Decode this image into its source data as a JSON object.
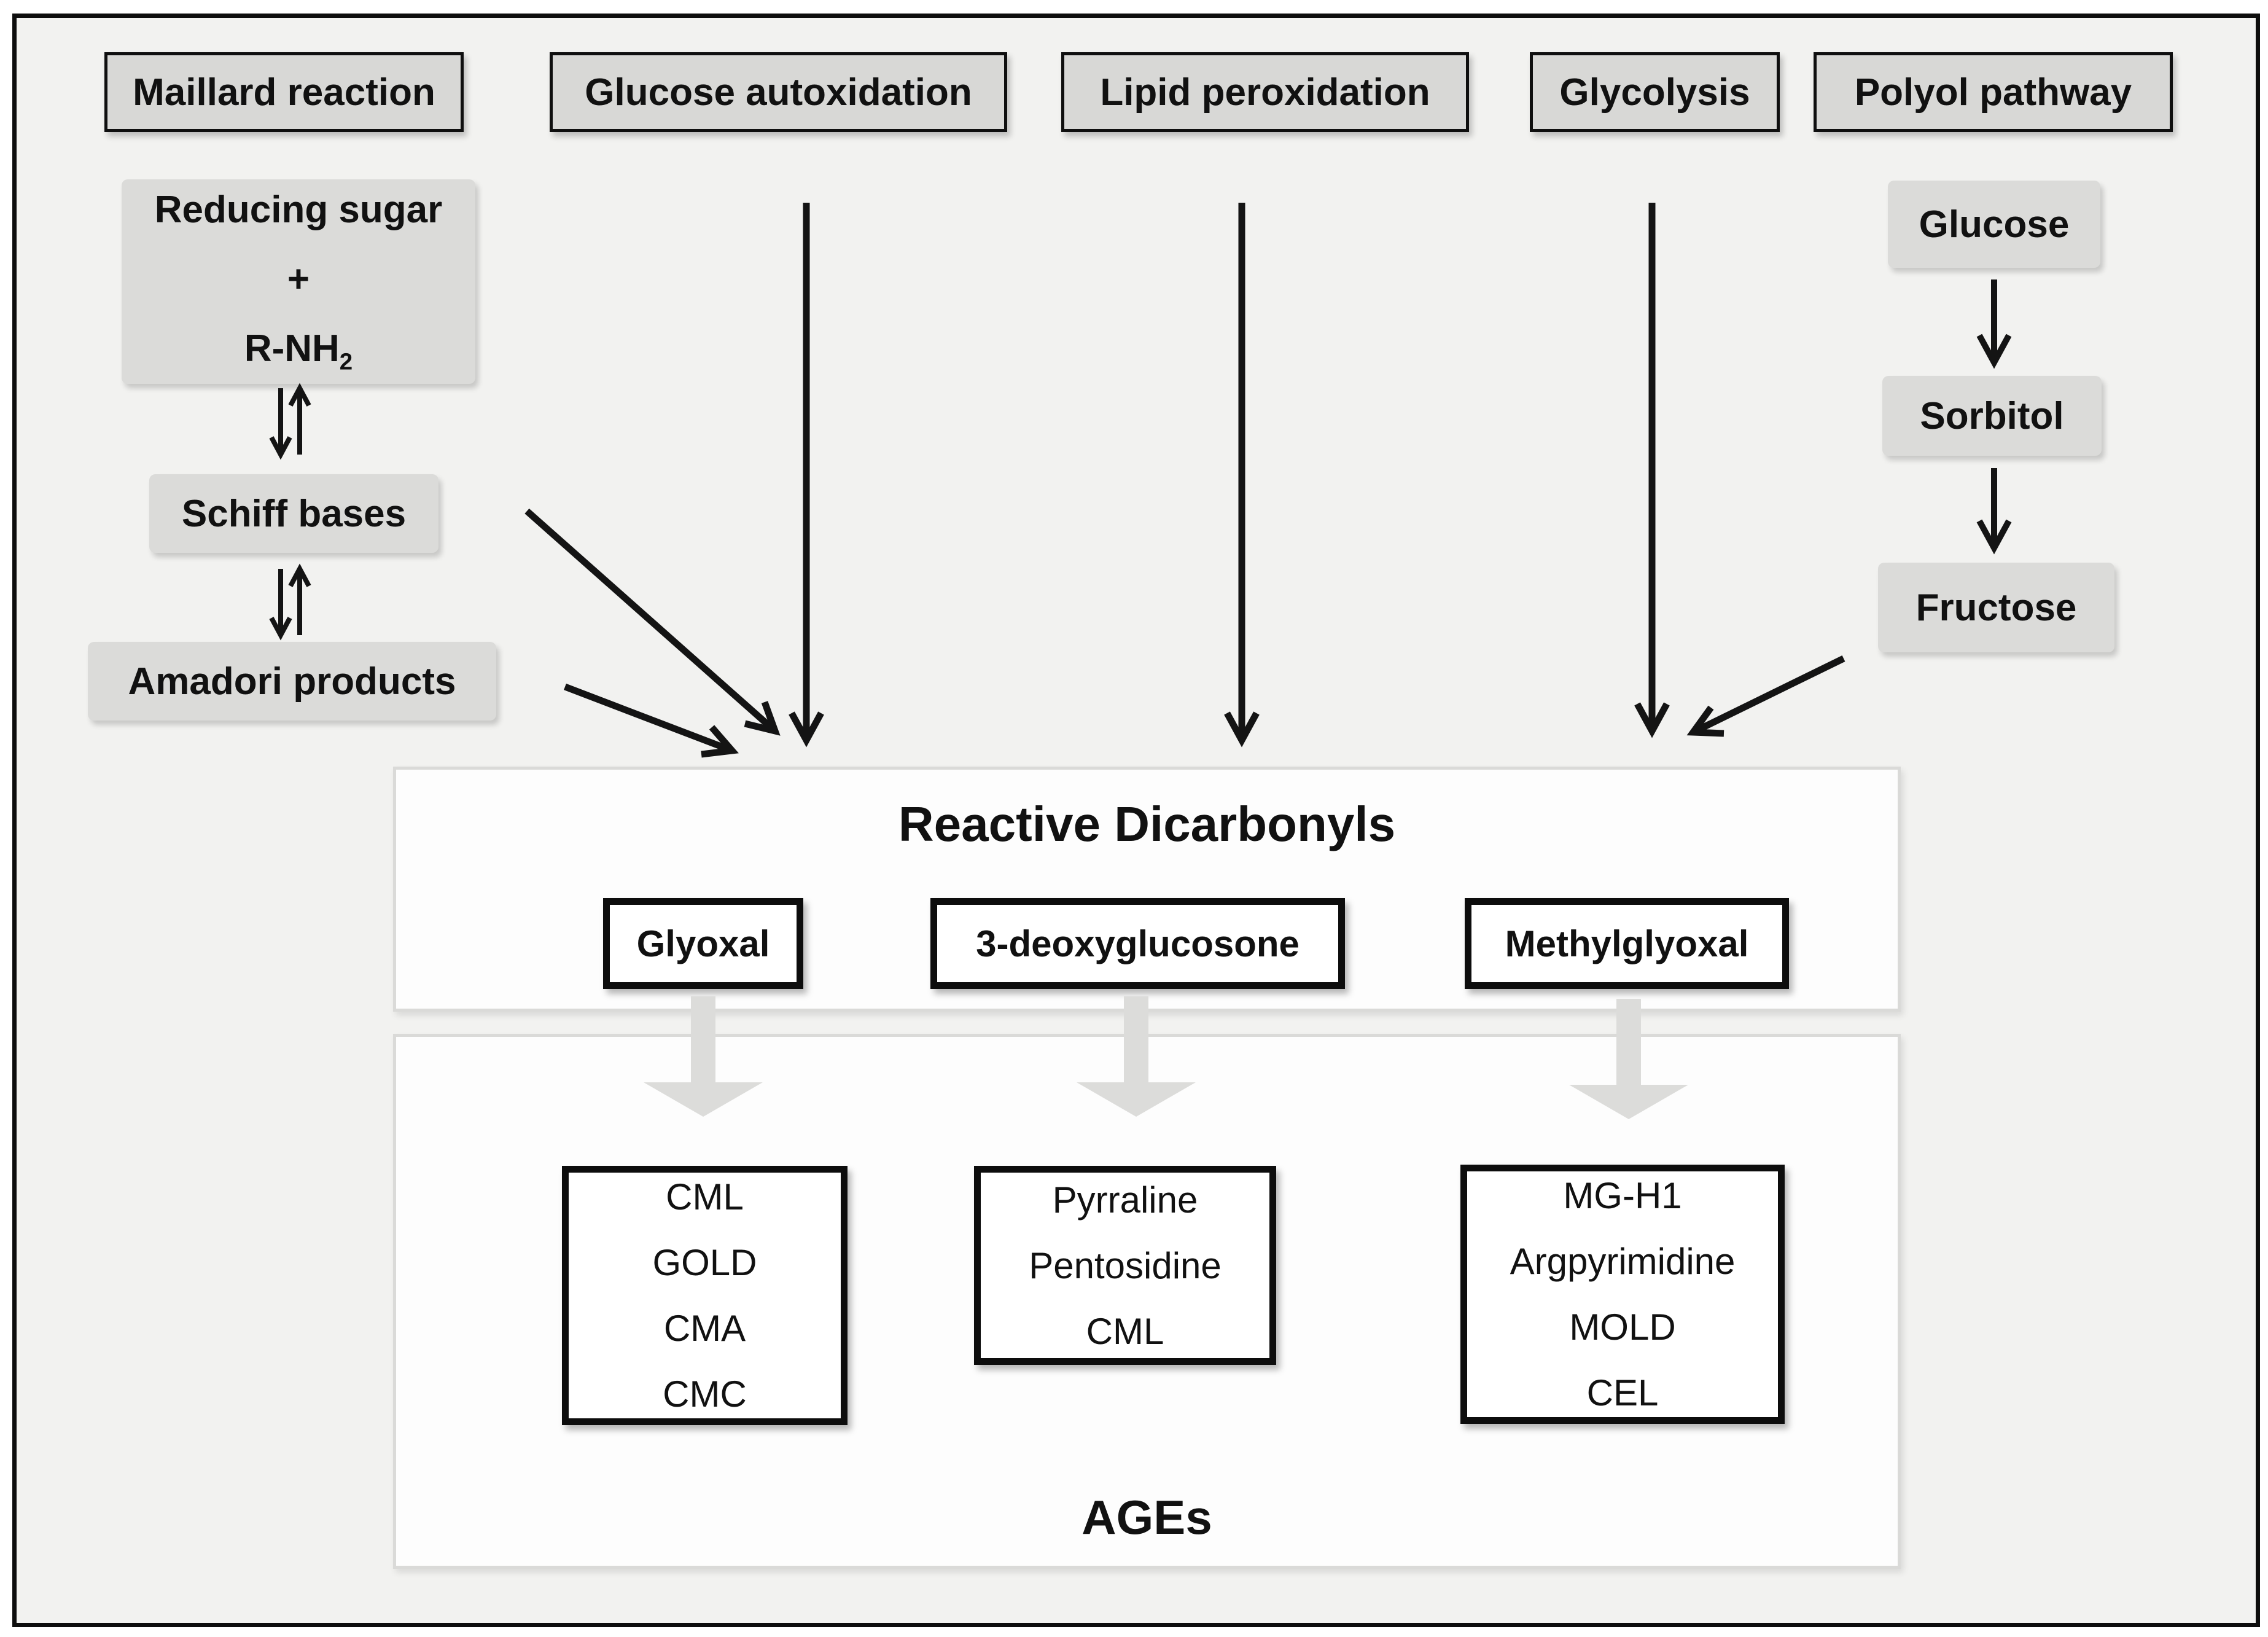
{
  "colors": {
    "canvas_background": "#f2f2f0",
    "gray_box_fill": "#dbdbd9",
    "header_box_fill": "#d8d8d6",
    "outline_black": "#0d0d0d",
    "container_fill": "#fdfdfd",
    "container_border": "#dadad8",
    "gray_arrow_fill": "#dcdcda"
  },
  "headers": [
    {
      "label": "Maillard reaction"
    },
    {
      "label": "Glucose autoxidation"
    },
    {
      "label": "Lipid peroxidation"
    },
    {
      "label": "Glycolysis"
    },
    {
      "label": "Polyol pathway"
    }
  ],
  "maillard": {
    "reducing_sugar": {
      "line1": "Reducing sugar",
      "line2": "+",
      "formula_base": "R-NH",
      "formula_sub": "2"
    },
    "schiff_bases": "Schiff bases",
    "amadori_products": "Amadori products"
  },
  "polyol": {
    "glucose": "Glucose",
    "sorbitol": "Sorbitol",
    "fructose": "Fructose"
  },
  "reactive_dicarbonyls": {
    "title": "Reactive Dicarbonyls",
    "members": [
      {
        "label": "Glyoxal"
      },
      {
        "label": "3-deoxyglucosone"
      },
      {
        "label": "Methylglyoxal"
      }
    ]
  },
  "ages": {
    "label": "AGEs",
    "groups": [
      {
        "items": [
          "CML",
          "GOLD",
          "CMA",
          "CMC"
        ]
      },
      {
        "items": [
          "Pyrraline",
          "Pentosidine",
          "CML"
        ]
      },
      {
        "items": [
          "MG-H1",
          "Argpyrimidine",
          "MOLD",
          "CEL"
        ]
      }
    ]
  }
}
